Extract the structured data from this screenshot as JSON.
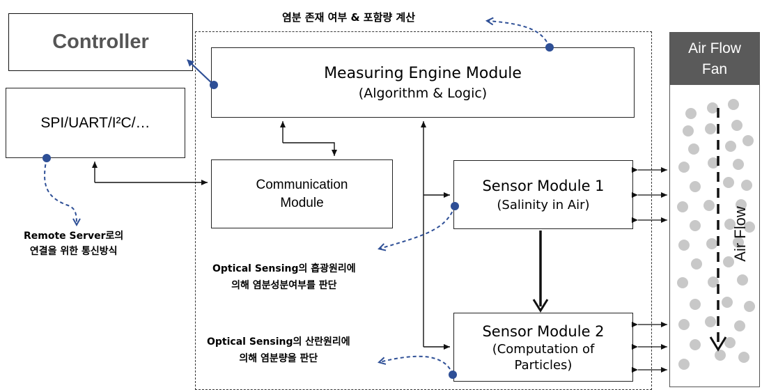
{
  "top_annotation": "염분 존재 여부 & 포함량 계산",
  "controller": {
    "label": "Controller"
  },
  "interface_box": {
    "label": "SPI/UART/I²C/…"
  },
  "measuring_engine": {
    "title": "Measuring Engine Module",
    "subtitle": "(Algorithm & Logic)"
  },
  "communication": {
    "line1": "Communication",
    "line2": "Module"
  },
  "sensor1": {
    "title": "Sensor Module 1",
    "subtitle": "(Salinity in Air)"
  },
  "sensor2": {
    "title": "Sensor Module 2",
    "line2": "(Computation of",
    "line3": "Particles)"
  },
  "airflow_fan": {
    "line1": "Air Flow",
    "line2": "Fan",
    "axis_label": "Air Flow"
  },
  "notes": {
    "remote_line1": "Remote Server로의",
    "remote_line2": "연결을 위한 통신방식",
    "optical1_line1": "Optical Sensing의 흡광원리에",
    "optical1_line2": "의해 염분성분여부를 판단",
    "optical2_line1": "Optical Sensing의 산란원리에",
    "optical2_line2": "의해 염분량을 판단"
  },
  "colors": {
    "accent_blue": "#2e4f96",
    "fan_header": "#5a5a5a",
    "particle": "#c8c8c8"
  }
}
